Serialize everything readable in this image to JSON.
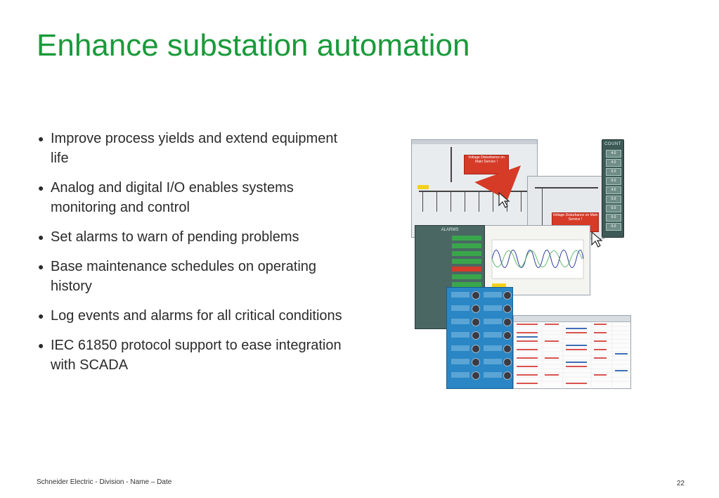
{
  "slide": {
    "title": "Enhance substation automation",
    "bullets": [
      "Improve process yields and extend equipment life",
      "Analog and digital I/O enables systems monitoring and control",
      "Set alarms to warn of pending problems",
      "Base maintenance schedules on operating history",
      "Log events and alarms for all critical conditions",
      "IEC 61850 protocol support to ease integration with SCADA"
    ],
    "bullet_glyph": "●",
    "footer": "Schneider Electric    - Division - Name – Date",
    "page_number": "22"
  },
  "collage": {
    "count_title": "COUNT",
    "count_values": [
      "4.0",
      "4.0",
      "0.0",
      "0.0",
      "4.0",
      "0.0",
      "0.0",
      "0.0",
      "0.0"
    ],
    "alarms_title": "ALARMS",
    "callout_1": "Voltage Disturbance on Main Service !",
    "callout_2": "Voltage Disturbance on Main Service !",
    "colors": {
      "title_green": "#1a9a3a",
      "callout_red": "#d63b28",
      "panel_teal": "#4a6763",
      "panel_blue": "#2a86c4",
      "ok_green": "#3aa64b"
    }
  }
}
